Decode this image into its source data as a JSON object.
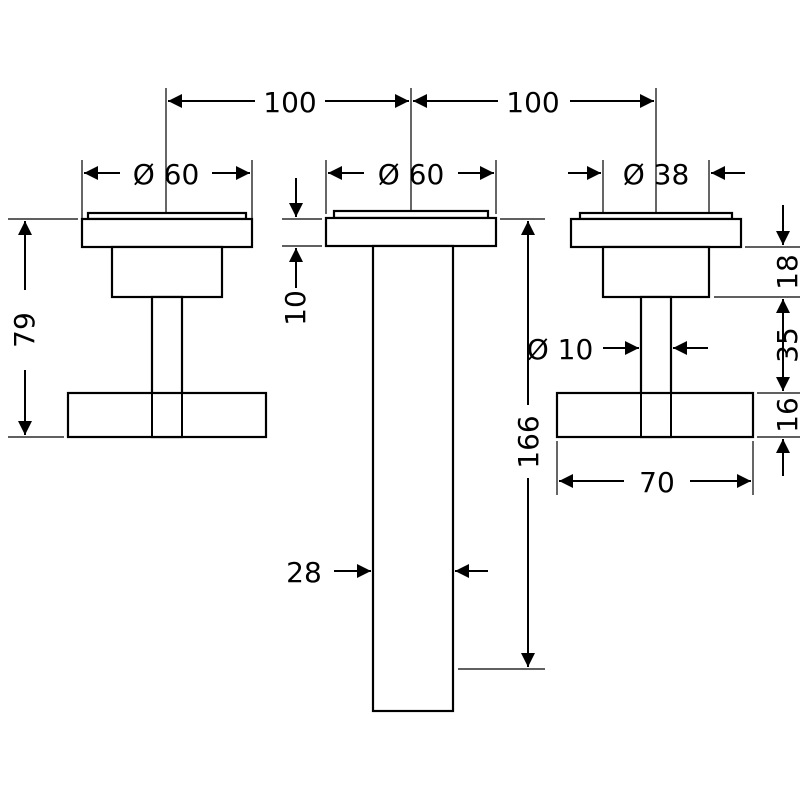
{
  "dimensions": {
    "spacing_left": "100",
    "spacing_right": "100",
    "left_handle_diameter": "Ø 60",
    "spout_diameter": "Ø 60",
    "right_handle_diameter": "Ø 38",
    "left_height": "79",
    "spout_rosette_thickness": "10",
    "spout_length": "166",
    "spout_width": "28",
    "stem_diameter": "Ø 10",
    "right_rosette_height": "18",
    "right_stem_height": "35",
    "right_handle_thickness": "16",
    "right_handle_width": "70"
  }
}
